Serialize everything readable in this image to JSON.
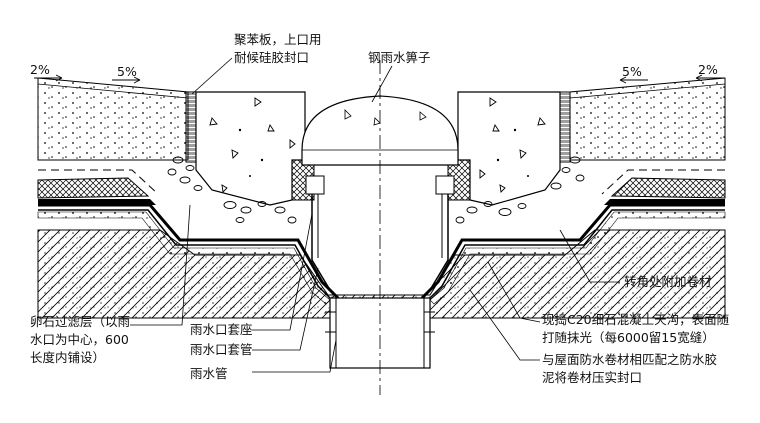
{
  "slopes": {
    "left_outer": "2%",
    "left_inner": "5%",
    "right_inner": "5%",
    "right_outer": "2%"
  },
  "labels": {
    "polystyrene_line1": "聚苯板，上口用",
    "polystyrene_line2": "耐候硅胶封口",
    "steel_grate": "钢雨水箅子",
    "extra_membrane": "转角处附加卷材",
    "gutter_line1": "现捣C20细石混凝土天沟，表面随",
    "gutter_line2": "打随抹光（每6000留15宽缝）",
    "sealant_line1": "与屋面防水卷材相匹配之防水胶",
    "sealant_line2": "泥将卷材压实封口",
    "gravel_line1": "卵石过滤层（以雨",
    "gravel_line2": "水口为中心，600",
    "gravel_line3": "长度内铺设）",
    "drain_seat": "雨水口套座",
    "drain_sleeve": "雨水口套管",
    "drain_pipe": "雨水管"
  }
}
